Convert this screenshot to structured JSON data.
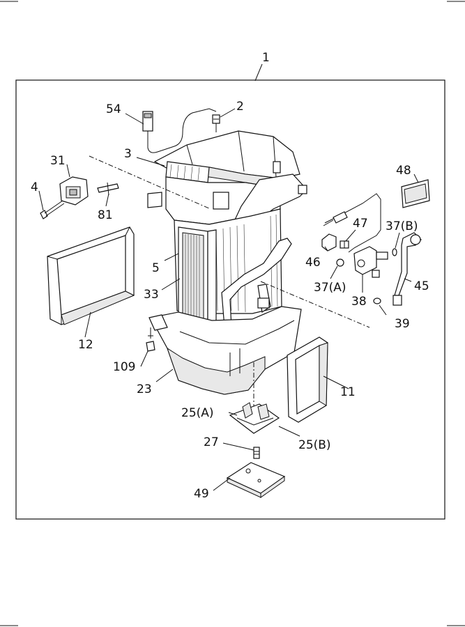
{
  "callouts": {
    "c1": "1",
    "c2": "2",
    "c3": "3",
    "c4": "4",
    "c5": "5",
    "c11": "11",
    "c12": "12",
    "c23": "23",
    "c25a": "25(A)",
    "c25b": "25(B)",
    "c27": "27",
    "c31": "31",
    "c33": "33",
    "c37a": "37(A)",
    "c37b": "37(B)",
    "c38": "38",
    "c39": "39",
    "c45": "45",
    "c46": "46",
    "c47": "47",
    "c48": "48",
    "c49": "49",
    "c54": "54",
    "c81": "81",
    "c109": "109"
  }
}
